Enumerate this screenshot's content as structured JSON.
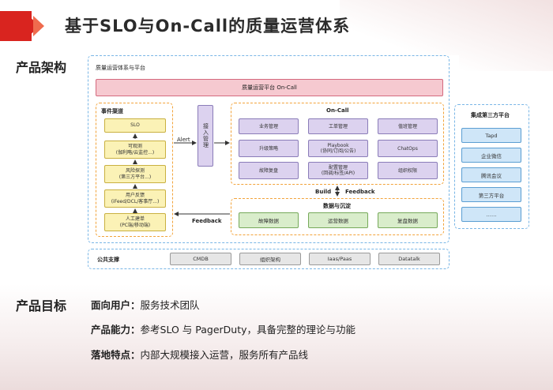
{
  "slide": {
    "title": "基于SLO与On-Call的质量运营体系",
    "sections": {
      "architecture": "产品架构",
      "goals": "产品目标"
    }
  },
  "diagram": {
    "outer_title": "质量运营体系与平台",
    "platform_banner": "质量运营平台 On-Call",
    "event_channel": {
      "title": "事件渠道",
      "items": [
        {
          "line1": "SLO",
          "line2": ""
        },
        {
          "line1": "可观测",
          "line2": "(伽利略/云监控...)"
        },
        {
          "line1": "风险探测",
          "line2": "(第三方平台...)"
        },
        {
          "line1": "用户反馈",
          "line2": "(iFeed/DCL/客事厅...)"
        },
        {
          "line1": "人工建单",
          "line2": "(PC端/移动端)"
        }
      ]
    },
    "alert_label": "Alert",
    "access_manager": "接入管理",
    "oncall": {
      "title": "On-Call",
      "items": [
        {
          "line1": "业务管理",
          "line2": ""
        },
        {
          "line1": "工单管理",
          "line2": ""
        },
        {
          "line1": "值班管理",
          "line2": ""
        },
        {
          "line1": "升级策略",
          "line2": ""
        },
        {
          "line1": "Playbook",
          "line2": "(协同/订阅/公告)"
        },
        {
          "line1": "ChatOps",
          "line2": ""
        },
        {
          "line1": "故障复盘",
          "line2": ""
        },
        {
          "line1": "配置管理",
          "line2": "(回调/标签/API)"
        },
        {
          "line1": "组织权限",
          "line2": ""
        }
      ]
    },
    "build_label": "Build",
    "feedback_label": "Feedback",
    "data_settle": {
      "title": "数据与沉淀",
      "items": [
        "故障数据",
        "运营数据",
        "复盘数据"
      ]
    },
    "left_feedback_label": "Feedback",
    "third_party": {
      "title": "集成第三方平台",
      "items": [
        "Tapd",
        "企业微信",
        "腾讯会议",
        "第三方平台",
        "……"
      ]
    },
    "public_support": {
      "title": "公共支撑",
      "items": [
        "CMDB",
        "组织架构",
        "Iaas/Paas",
        "Datatalk"
      ]
    }
  },
  "goals": [
    {
      "label": "面向用户：",
      "text": "服务技术团队"
    },
    {
      "label": "产品能力：",
      "text": "参考SLO 与 PagerDuty，具备完整的理论与功能"
    },
    {
      "label": "落地特点：",
      "text": "内部大规模接入运营，服务所有产品线"
    }
  ],
  "colors": {
    "accent_red": "#d9241f",
    "dash_blue": "#79b6e6",
    "dash_orange": "#f2a33a"
  }
}
